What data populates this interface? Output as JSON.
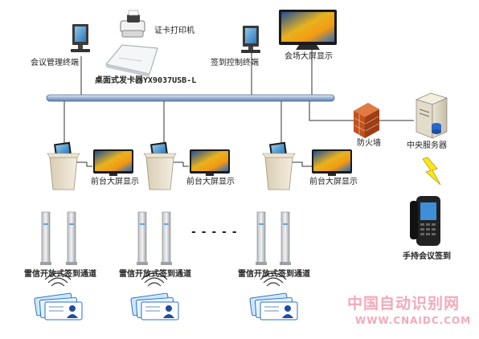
{
  "top_nodes": {
    "printer_label": "证卡打印机",
    "mgmt_terminal_label": "会议管理终端",
    "card_issuer_label": "桌面式发卡器YX9037USB-L",
    "signin_terminal_label": "签到控制终端",
    "venue_screen_label": "会场大屏显示"
  },
  "right_nodes": {
    "firewall_label": "防火墙",
    "server_label": "中央服务器",
    "handheld_label": "手持会议签到"
  },
  "lanes": [
    {
      "screen_label": "前台大屏显示",
      "channel_label": "雷信开放式签到通道"
    },
    {
      "screen_label": "前台大屏显示",
      "channel_label": "雷信开放式签到通道"
    },
    {
      "screen_label": "前台大屏显示",
      "channel_label": "雷信开放式签到通道"
    }
  ],
  "ellipsis": "- - - - -",
  "watermark": {
    "line1": "中国自动识别网",
    "line2": "WWW.CNAIDC.COM"
  }
}
